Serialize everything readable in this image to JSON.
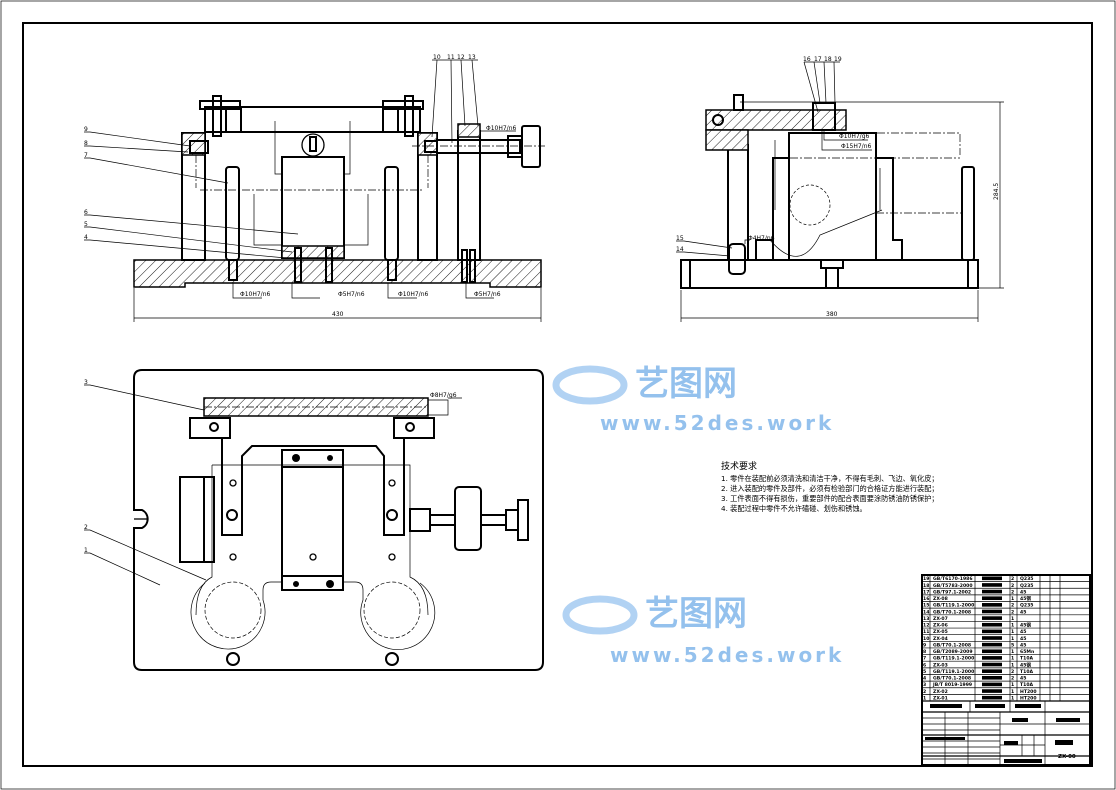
{
  "drawing": {
    "drawing_number": "ZX-00",
    "front_view": {
      "balloons": [
        "9",
        "8",
        "7",
        "6",
        "5",
        "4",
        "10",
        "11",
        "12",
        "13"
      ],
      "fits": [
        "Φ10H7/n6",
        "Φ5H7/n6",
        "Φ10H7/n6",
        "Φ5H7/n6",
        "Φ10H7/n6"
      ],
      "width_dim": "430"
    },
    "side_view": {
      "balloons": [
        "16",
        "17",
        "18",
        "19",
        "15",
        "14"
      ],
      "fits": [
        "Φ10H7/g6",
        "Φ15H7/n6",
        "Φ4H7/n6"
      ],
      "width_dim": "380",
      "height_dim": "284.5"
    },
    "top_view": {
      "balloons": [
        "3",
        "2",
        "1"
      ],
      "fits": [
        "Φ8H7/g6"
      ]
    }
  },
  "technical_requirements": {
    "title": "技术要求",
    "items": [
      "1. 零件在装配前必须清洗和清洁干净，不得有毛刺、飞边、氧化皮；",
      "2. 进入装配的零件及部件，必须有检验部门的合格证方能进行装配；",
      "3. 工件表面不得有损伤，重要部件的配合表面要涂防锈油防锈保护；",
      "4. 装配过程中零件不允许磕碰、划伤和锈蚀。"
    ]
  },
  "parts_list": [
    {
      "no": "19",
      "code": "GB/T6170-1986",
      "qty": "2",
      "material": "Q235"
    },
    {
      "no": "18",
      "code": "GB/T5783-2000",
      "qty": "2",
      "material": "Q235"
    },
    {
      "no": "17",
      "code": "GB/T97.1-2002",
      "qty": "2",
      "material": "45"
    },
    {
      "no": "16",
      "code": "ZX-08",
      "qty": "1",
      "material": "45钢"
    },
    {
      "no": "15",
      "code": "GB/T119.1-2000",
      "qty": "2",
      "material": "Q235"
    },
    {
      "no": "14",
      "code": "GB/T70.1-2008",
      "qty": "2",
      "material": "45"
    },
    {
      "no": "13",
      "code": "ZX-07",
      "qty": "1",
      "material": ""
    },
    {
      "no": "12",
      "code": "ZX-06",
      "qty": "1",
      "material": "45钢"
    },
    {
      "no": "11",
      "code": "ZX-05",
      "qty": "1",
      "material": "45"
    },
    {
      "no": "10",
      "code": "ZX-04",
      "qty": "1",
      "material": "45"
    },
    {
      "no": "9",
      "code": "GB/T70.1-2008",
      "qty": "5",
      "material": "45"
    },
    {
      "no": "8",
      "code": "GB/T2089-2009",
      "qty": "1",
      "material": "65Mn"
    },
    {
      "no": "7",
      "code": "GB/T119.1-2000",
      "qty": "1",
      "material": "T10A"
    },
    {
      "no": "6",
      "code": "ZX-03",
      "qty": "1",
      "material": "45钢"
    },
    {
      "no": "5",
      "code": "GB/T119.1-2000",
      "qty": "2",
      "material": "T10A"
    },
    {
      "no": "4",
      "code": "GB/T70.1-2008",
      "qty": "2",
      "material": "45"
    },
    {
      "no": "3",
      "code": "JB/T 8019-1999",
      "qty": "1",
      "material": "T10A"
    },
    {
      "no": "2",
      "code": "ZX-02",
      "qty": "1",
      "material": "HT200"
    },
    {
      "no": "1",
      "code": "ZX-01",
      "qty": "1",
      "material": "HT200"
    }
  ],
  "watermark": {
    "logo_text": "艺图网",
    "url_text": "www.52des.work"
  },
  "colors": {
    "line": "#000000",
    "watermark": "#3d8fe0"
  }
}
